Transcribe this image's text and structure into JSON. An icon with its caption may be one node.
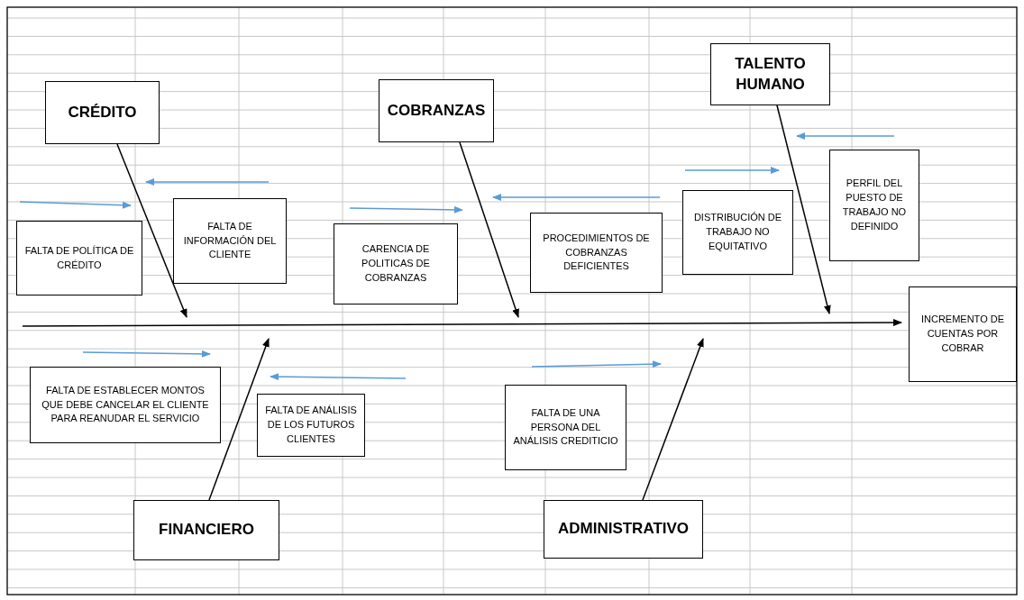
{
  "diagram": {
    "nodes": [
      {
        "text": [
          "CRÉDITO"
        ]
      },
      {
        "text": [
          "COBRANZAS"
        ]
      },
      {
        "text": [
          "TALENTO HUMANO"
        ]
      },
      {
        "text": [
          "PERFIL DEL PUESTO DE TRABAJO NO DEFINIDO"
        ]
      },
      {
        "text": [
          "DISTRIBUCIÓN DE TRABAJO NO EQUITATIVO"
        ]
      },
      {
        "text": [
          "FALTA DE INFORMACIÓN DEL CLIENTE"
        ]
      },
      {
        "text": [
          "FALTA DE POLÍTICA DE CRÉDITO"
        ]
      },
      {
        "text": [
          "CARENCIA DE POLITICAS DE COBRANZAS"
        ]
      },
      {
        "text": [
          "PROCEDIMIENTOS DE COBRANZAS DEFICIENTES"
        ]
      },
      {
        "text": [
          "INCREMENTO DE CUENTAS POR COBRAR"
        ]
      },
      {
        "text": [
          "FALTA DE ESTABLECER MONTOS QUE DEBE CANCELAR EL CLIENTE PARA REANUDAR EL SERVICIO"
        ]
      },
      {
        "text": [
          "FALTA DE ANÁLISIS DE LOS FUTUROS CLIENTES"
        ]
      },
      {
        "text": [
          "FALTA DE UNA PERSONA DEL ANÁLISIS CREDITICIO"
        ]
      },
      {
        "text": [
          "FINANCIERO"
        ]
      },
      {
        "text": [
          "ADMINISTRATIVO"
        ]
      }
    ],
    "edges": [
      {
        "from": 0,
        "to": null,
        "arrow": "to"
      },
      {
        "from": 1,
        "to": null,
        "arrow": "to"
      },
      {
        "from": 2,
        "to": null,
        "arrow": "to"
      },
      {
        "from": 13,
        "to": null,
        "arrow": "to"
      },
      {
        "from": 14,
        "to": null,
        "arrow": "to"
      },
      {
        "from": null,
        "to": 9,
        "arrow": "to"
      }
    ]
  }
}
